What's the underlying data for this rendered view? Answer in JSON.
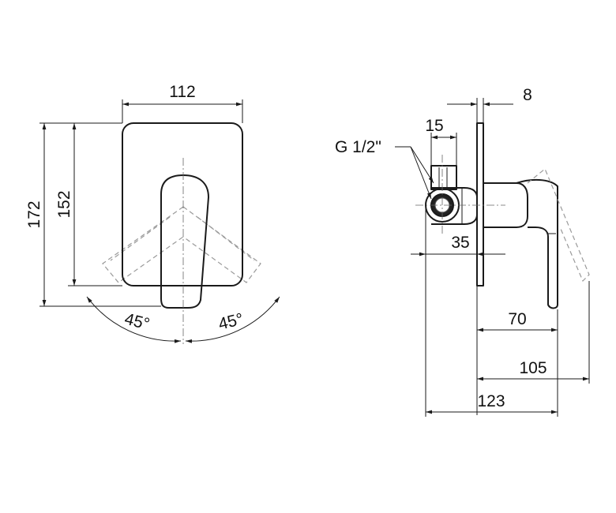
{
  "dimensions": {
    "width_plate": "112",
    "height_outer": "172",
    "height_plate": "152",
    "angle_left": "45°",
    "angle_right": "45°",
    "plate_thickness": "8",
    "connection_width": "15",
    "thread": "G 1/2\"",
    "body_depth": "35",
    "handle_depth": "70",
    "depth_to_handle_tip": "105",
    "total_depth": "123"
  },
  "colors": {
    "line": "#1a1a1a",
    "ghost": "#9a9a9a"
  }
}
